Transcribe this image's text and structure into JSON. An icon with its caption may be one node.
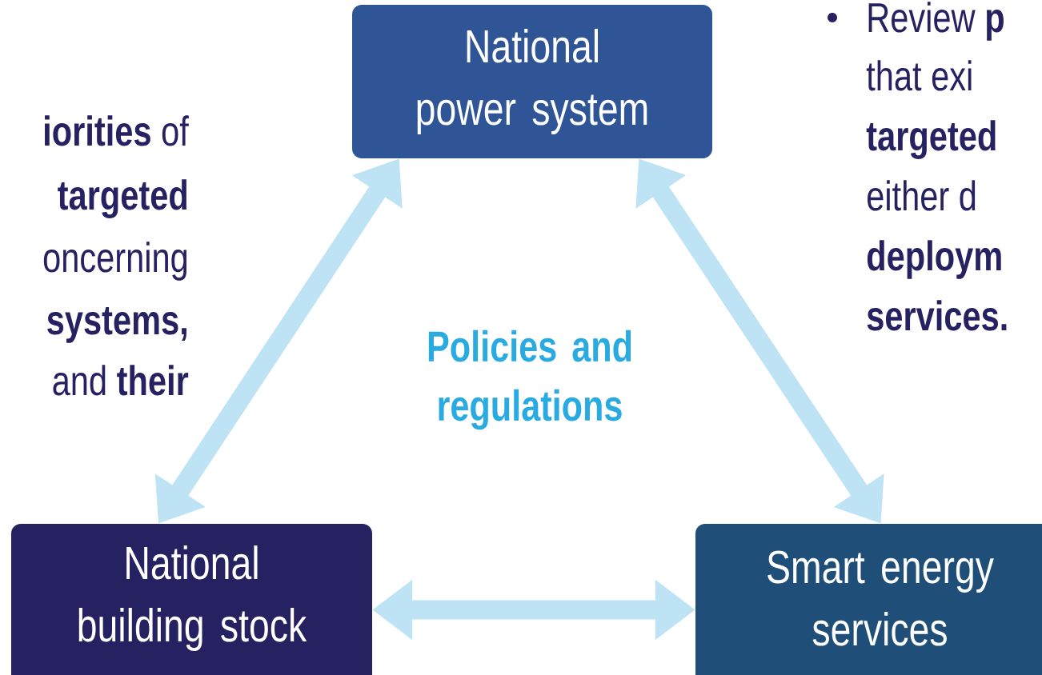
{
  "diagram": {
    "nodes": [
      {
        "text": [
          "National power system"
        ]
      },
      {
        "text": [
          "National building stock"
        ]
      },
      {
        "text": [
          "Smart energy services"
        ]
      }
    ],
    "edges": [
      {
        "from": 0,
        "to": 1,
        "arrow": "both"
      },
      {
        "from": 0,
        "to": 2,
        "arrow": "both"
      },
      {
        "from": 1,
        "to": 2,
        "arrow": "both"
      }
    ],
    "labels": [
      "Policies and regulations",
      "**iorities** of",
      "**targeted**",
      "oncerning",
      "**systems,**",
      "and **their**",
      "Review **p**",
      "that exi",
      "**targeted**",
      "either d",
      "**deploym**",
      "**services.**"
    ]
  }
}
